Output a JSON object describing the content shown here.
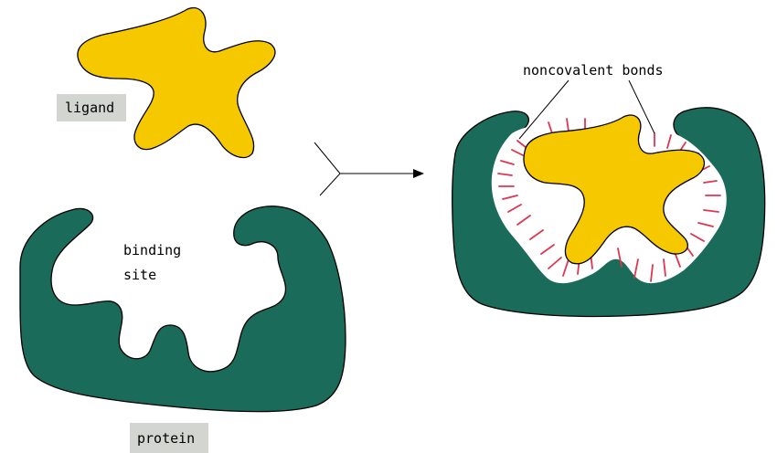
{
  "labels": {
    "ligand": "ligand",
    "binding_site_line1": "binding",
    "binding_site_line2": "site",
    "protein": "protein",
    "noncovalent_bonds": "noncovalent bonds"
  },
  "colors": {
    "protein": "#1a6b59",
    "ligand": "#f6c800",
    "bond": "#e0354f",
    "label_box": "#d3d5d0",
    "arrow": "#000000"
  }
}
